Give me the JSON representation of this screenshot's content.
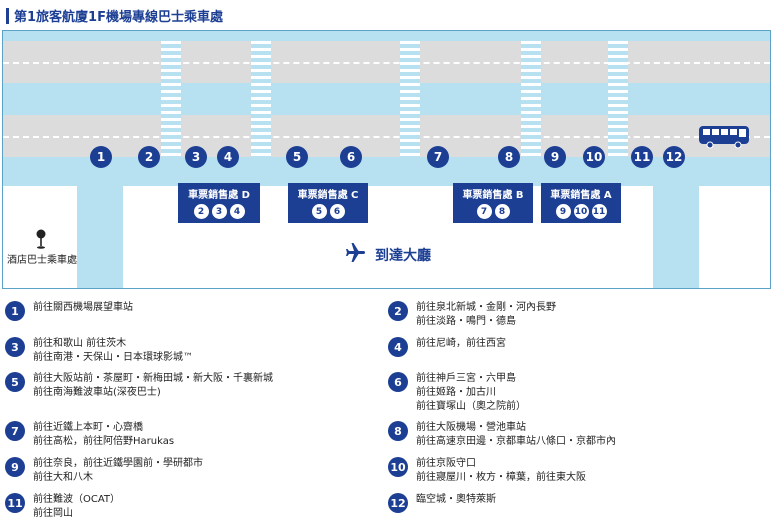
{
  "header": {
    "title": "第1旅客航廈1F機場專線巴士乘車處"
  },
  "map": {
    "ticket_offices": [
      {
        "label": "車票銷售處 D",
        "stops": [
          "2",
          "3",
          "4"
        ]
      },
      {
        "label": "車票銷售處 C",
        "stops": [
          "5",
          "6"
        ]
      },
      {
        "label": "車票銷售處 B",
        "stops": [
          "7",
          "8"
        ]
      },
      {
        "label": "車票銷售處 A",
        "stops": [
          "9",
          "10",
          "11"
        ]
      }
    ],
    "stops": [
      "1",
      "2",
      "3",
      "4",
      "5",
      "6",
      "7",
      "8",
      "9",
      "10",
      "11",
      "12"
    ],
    "arrival_label": "到達大廳",
    "hotel_bus_label": "酒店巴士乘車處",
    "icons": {
      "plane": "airplane-icon",
      "bus": "bus-icon",
      "pin": "map-pin-icon"
    },
    "colors": {
      "navy": "#1c3f94",
      "light_blue": "#b7e1f1",
      "road": "#dcdcdc"
    }
  },
  "legend": [
    {
      "num": "1",
      "lines": [
        "前往關西機場展望車站"
      ]
    },
    {
      "num": "2",
      "lines": [
        "前往泉北新城・金剛・河內長野",
        "前往淡路・鳴門・德島"
      ]
    },
    {
      "num": "3",
      "lines": [
        "前往和歌山 前往茨木",
        "前往南港・天保山・日本環球影城™"
      ]
    },
    {
      "num": "4",
      "lines": [
        "前往尼崎，前往西宮"
      ]
    },
    {
      "num": "5",
      "lines": [
        "前往大阪站前・茶屋町・新梅田城・新大阪・千裏新城",
        "前往南海難波車站(深夜巴士)"
      ]
    },
    {
      "num": "6",
      "lines": [
        "前往神戶三宮・六甲島",
        "前往姬路・加古川",
        "前往寶塚山（奧之院前）"
      ]
    },
    {
      "num": "7",
      "lines": [
        "前往近鐵上本町・心齋橋",
        "前往高松，前往阿倍野Harukas"
      ]
    },
    {
      "num": "8",
      "lines": [
        "前往大阪機場・營池車站",
        "前往高速京田邊・京都車站八條口・京都市內"
      ]
    },
    {
      "num": "9",
      "lines": [
        "前往奈良，前往近鐵學園前・學研都市",
        "前往大和八木"
      ]
    },
    {
      "num": "10",
      "lines": [
        "前往京阪守口",
        "前往寢屋川・枚方・樟葉，前往東大阪"
      ]
    },
    {
      "num": "11",
      "lines": [
        "前往難波（OCAT）",
        "前往岡山"
      ]
    },
    {
      "num": "12",
      "lines": [
        "臨空城・奧特萊斯"
      ]
    }
  ]
}
